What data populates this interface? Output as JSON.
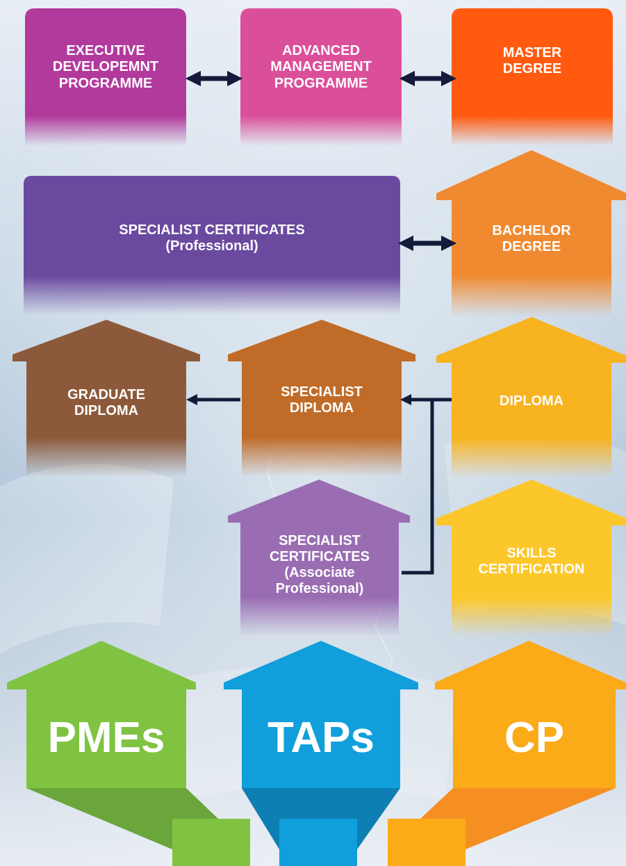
{
  "colors": {
    "executive": "#b23a9c",
    "advanced": "#db4f9a",
    "master": "#ff5a10",
    "specialist_cert_prof": "#6a4a9f",
    "bachelor": "#f08a30",
    "graduate_diploma": "#8c5a3a",
    "specialist_diploma": "#c06c28",
    "diploma": "#f8b321",
    "specialist_cert_assoc": "#9a6db3",
    "skills": "#fcc72a",
    "pmes": "#80c342",
    "taps": "#109fdb",
    "cp": "#fbaa18",
    "connector": "#141b3a"
  },
  "nodes": {
    "executive": "EXECUTIVE\nDEVELOPEMNT\nPROGRAMME",
    "advanced": "ADVANCED\nMANAGEMENT\nPROGRAMME",
    "master": "MASTER\nDEGREE",
    "specialist_cert_prof": "SPECIALIST CERTIFICATES\n(Professional)",
    "bachelor": "BACHELOR\nDEGREE",
    "graduate_diploma": "GRADUATE\nDIPLOMA",
    "specialist_diploma": "SPECIALIST\nDIPLOMA",
    "diploma": "DIPLOMA",
    "specialist_cert_assoc": "SPECIALIST\nCERTIFICATES\n(Associate\nProfessional)",
    "skills": "SKILLS\nCERTIFICATION"
  },
  "tracks": {
    "pmes": "PMEs",
    "taps": "TAPs",
    "cp": "CP"
  }
}
